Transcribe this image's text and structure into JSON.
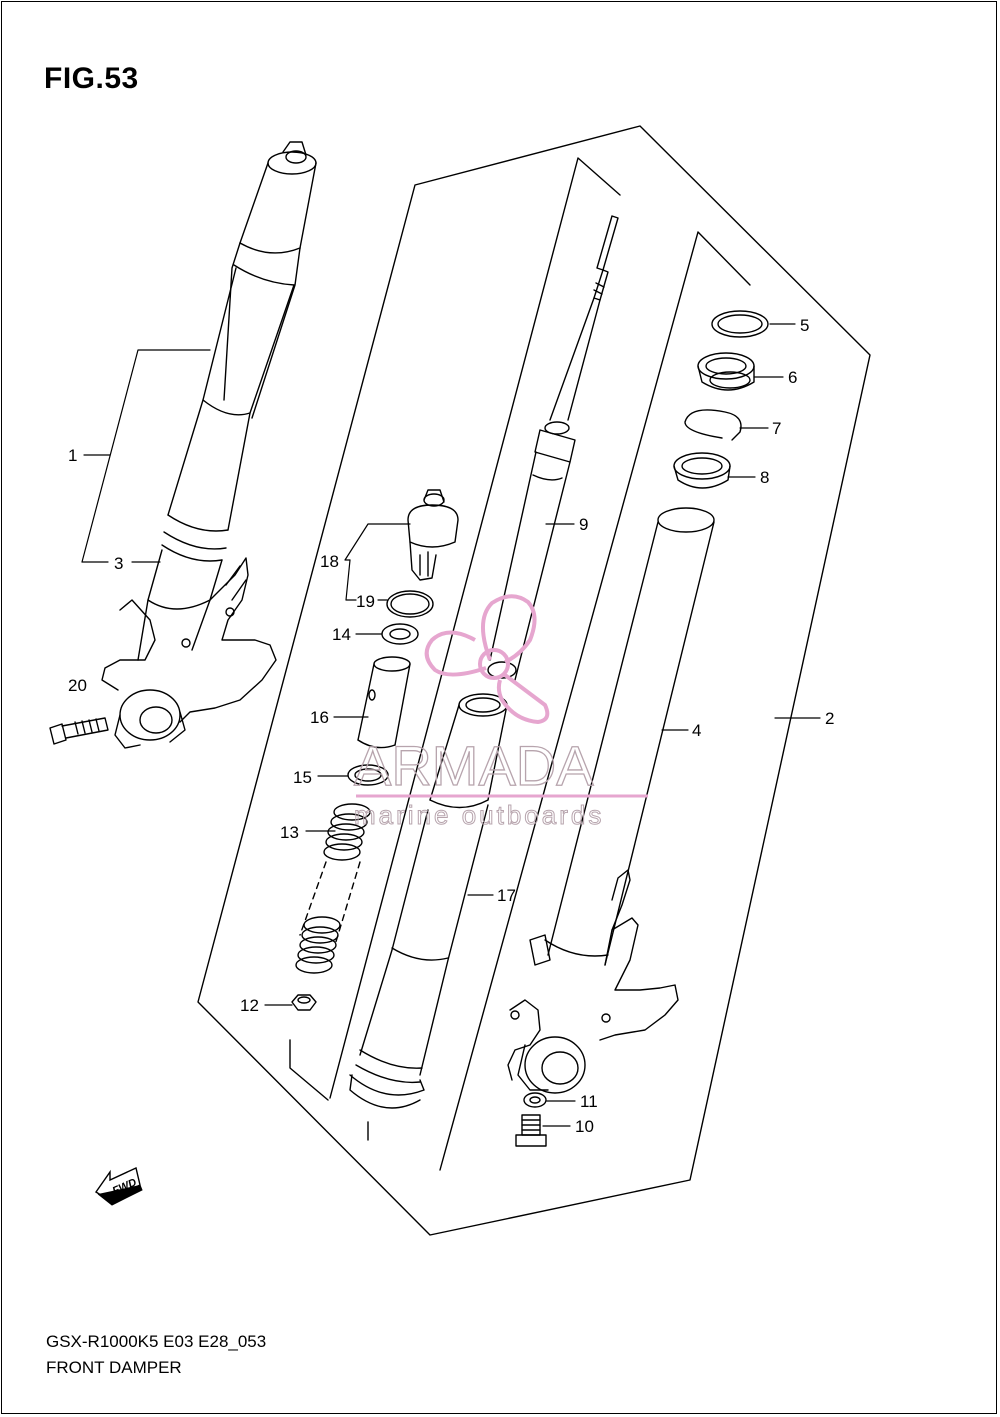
{
  "figure": {
    "title": "FIG.53",
    "model_code": "GSX-R1000K5 E03 E28_053",
    "name": "FRONT DAMPER"
  },
  "callouts": {
    "c1": "1",
    "c2": "2",
    "c3": "3",
    "c4": "4",
    "c5": "5",
    "c6": "6",
    "c7": "7",
    "c8": "8",
    "c9": "9",
    "c10": "10",
    "c11": "11",
    "c12": "12",
    "c13": "13",
    "c14": "14",
    "c15": "15",
    "c16": "16",
    "c17": "17",
    "c18": "18",
    "c19": "19",
    "c20": "20"
  },
  "direction_marker": "FWD",
  "watermark": {
    "brand": "ARMADA",
    "tagline": "marine outboards",
    "color": "#e6a6cf"
  }
}
